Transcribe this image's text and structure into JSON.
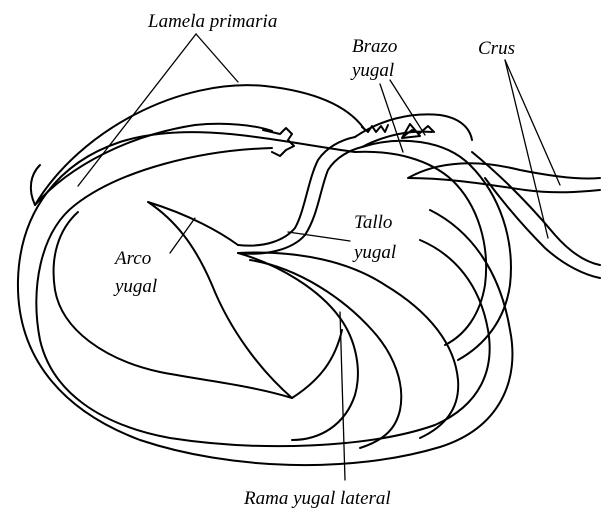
{
  "diagram": {
    "labels": {
      "lamela_primaria": "Lamela primaria",
      "brazo_yugal_line1": "Brazo",
      "brazo_yugal_line2": "yugal",
      "crus": "Crus",
      "tallo_yugal_line1": "Tallo",
      "tallo_yugal_line2": "yugal",
      "arco_yugal_line1": "Arco",
      "arco_yugal_line2": "yugal",
      "rama_yugal_lateral": "Rama yugal lateral"
    }
  }
}
